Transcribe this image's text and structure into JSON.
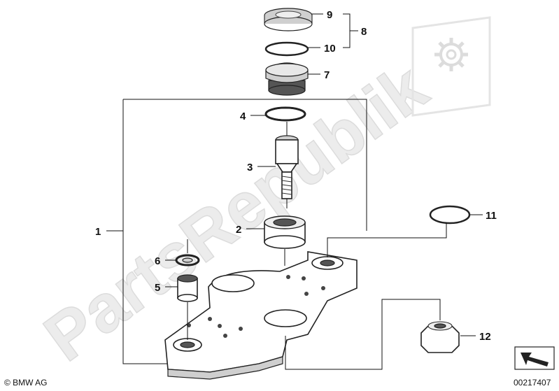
{
  "callouts": [
    {
      "id": "1",
      "text": "1"
    },
    {
      "id": "2",
      "text": "2"
    },
    {
      "id": "3",
      "text": "3"
    },
    {
      "id": "4",
      "text": "4"
    },
    {
      "id": "5",
      "text": "5"
    },
    {
      "id": "6",
      "text": "6"
    },
    {
      "id": "7",
      "text": "7"
    },
    {
      "id": "8",
      "text": "8"
    },
    {
      "id": "9",
      "text": "9"
    },
    {
      "id": "10",
      "text": "10"
    },
    {
      "id": "11",
      "text": "11"
    },
    {
      "id": "12",
      "text": "12"
    }
  ],
  "watermark": "PartsRepublik",
  "footer": {
    "copyright": "© BMW AG",
    "drawing_number": "00217407"
  },
  "colors": {
    "line": "#111111",
    "part_fill": "#ffffff",
    "part_shade": "#cfcfcf",
    "watermark": "#e6e6e6"
  }
}
